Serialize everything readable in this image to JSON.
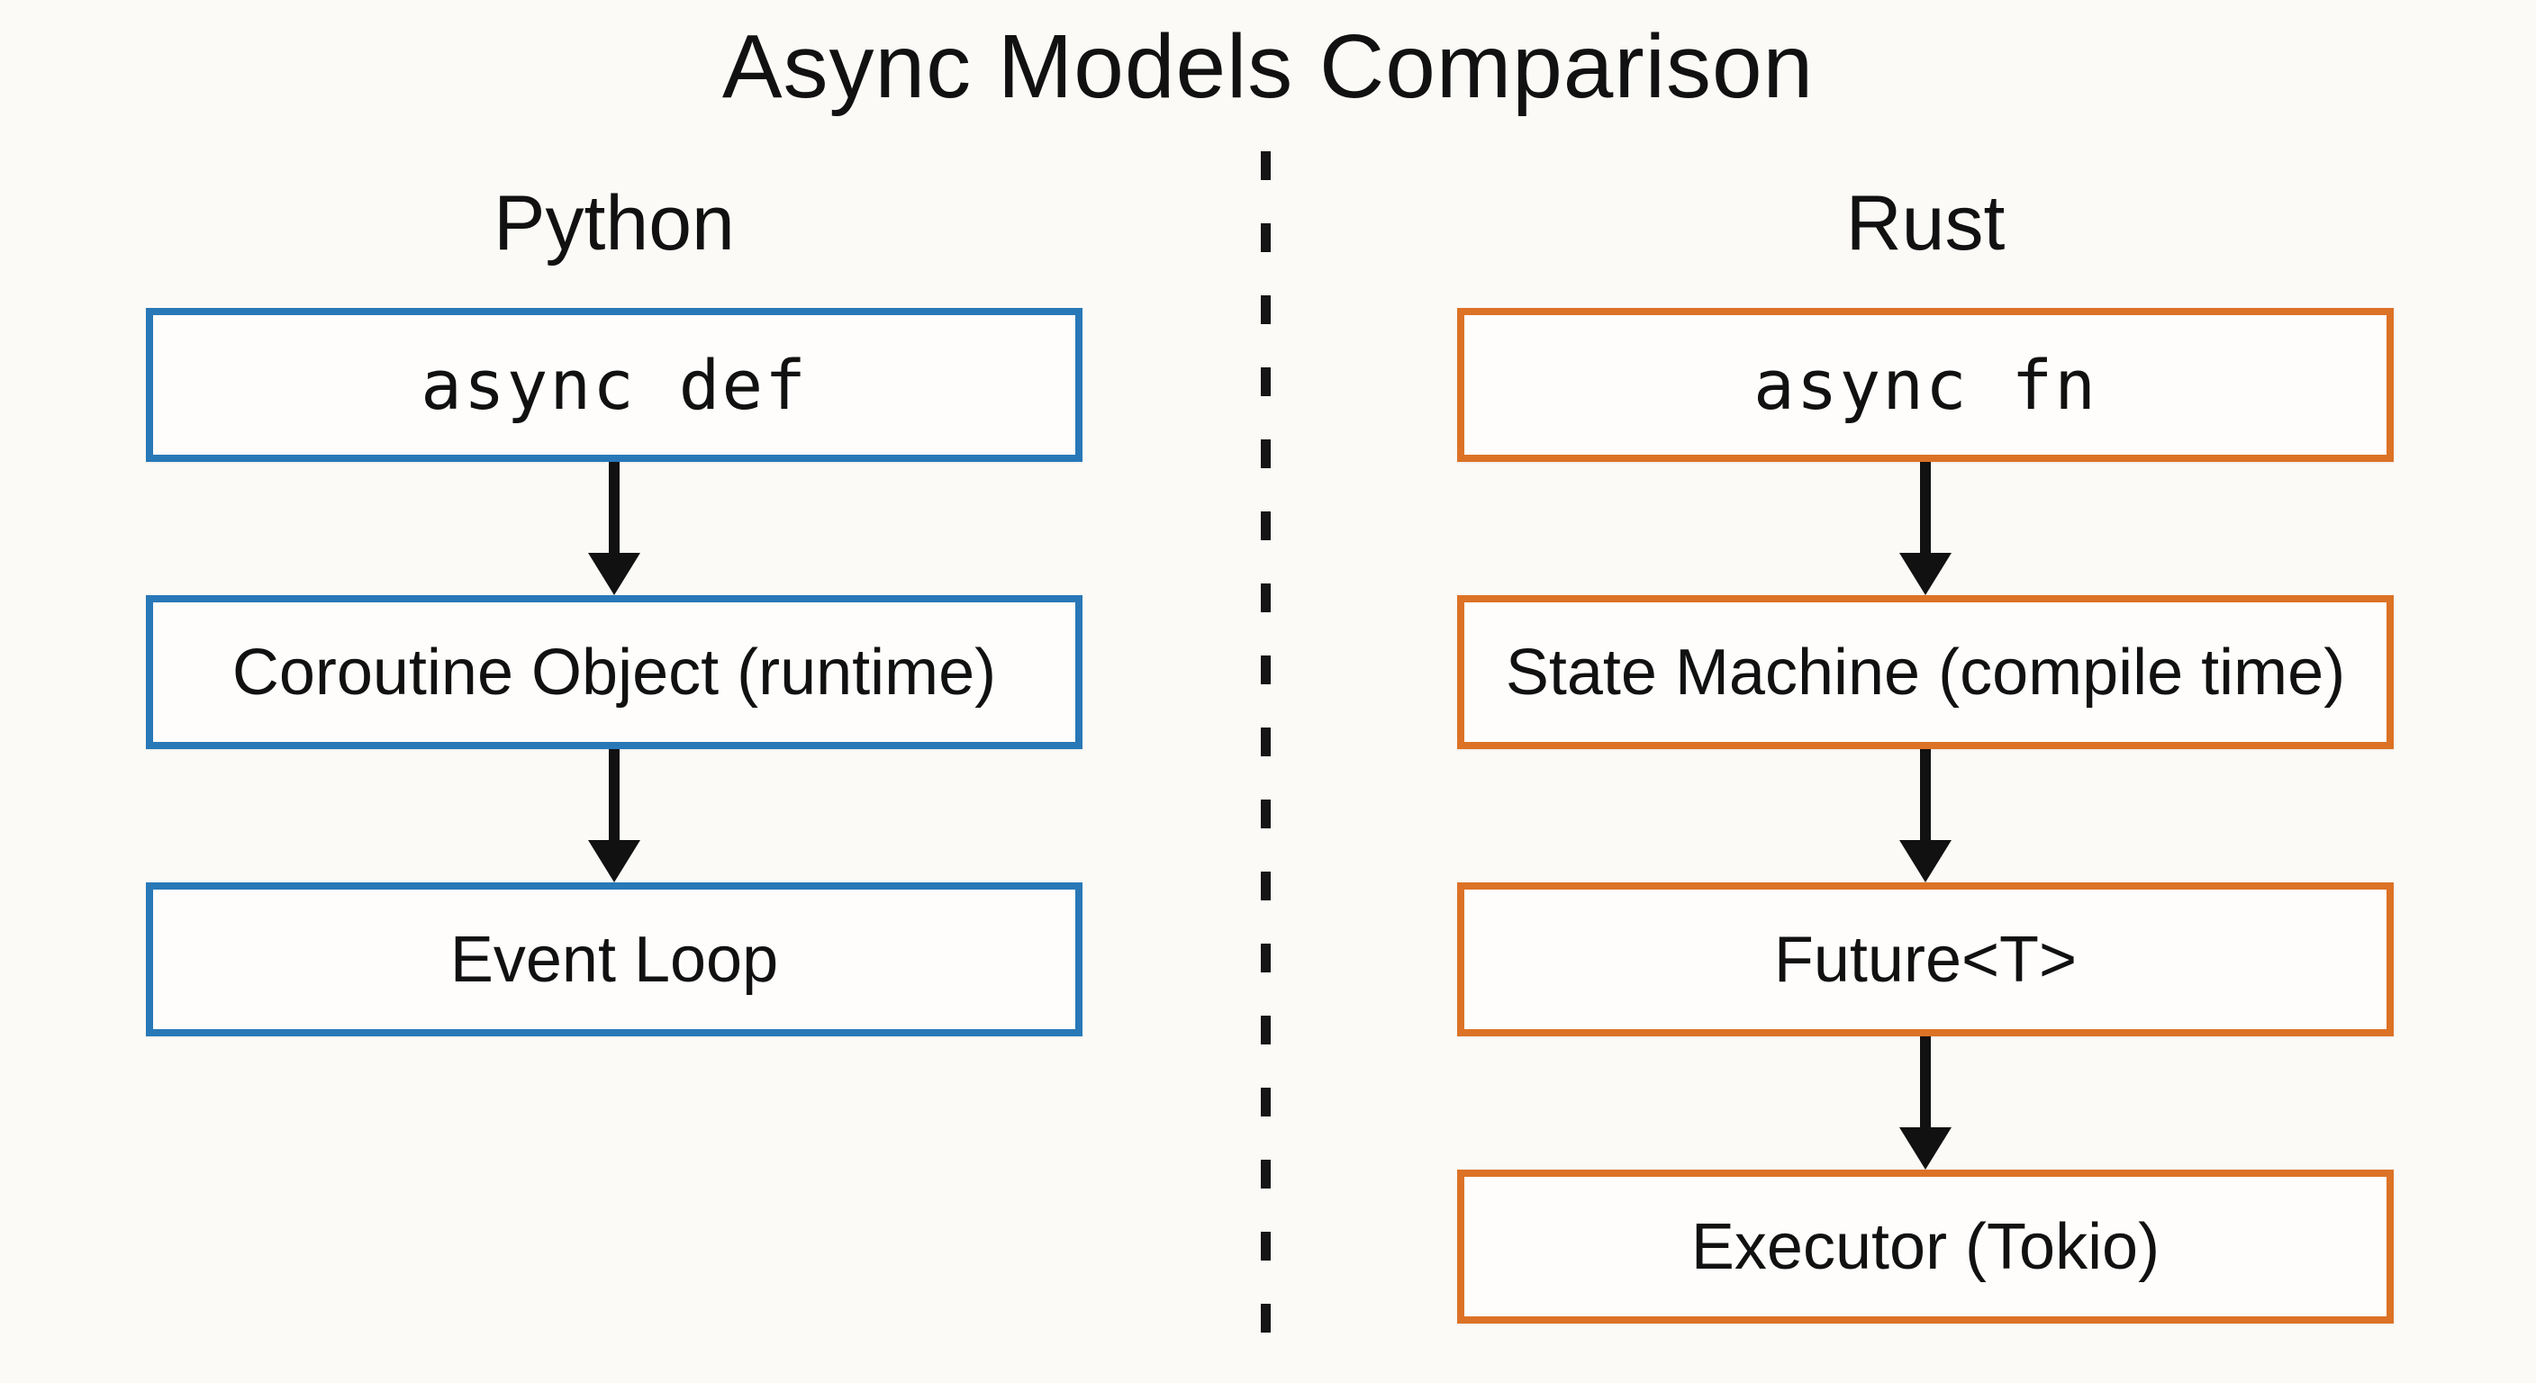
{
  "title": "Async Models Comparison",
  "colors": {
    "python_accent": "#2878b8",
    "rust_accent": "#dc7226",
    "arrow": "#111111",
    "background": "#fbfaf7",
    "box_fill": "#fefdfc",
    "text": "#111111"
  },
  "divider": {
    "style": "dashed-vertical",
    "color": "#151515"
  },
  "columns": [
    {
      "id": "python",
      "heading": "Python",
      "accent": "#2878b8",
      "nodes": [
        {
          "label": "async def",
          "mono": true
        },
        {
          "label": "Coroutine Object (runtime)",
          "mono": false
        },
        {
          "label": "Event Loop",
          "mono": false
        }
      ]
    },
    {
      "id": "rust",
      "heading": "Rust",
      "accent": "#dc7226",
      "nodes": [
        {
          "label": "async fn",
          "mono": true
        },
        {
          "label": "State Machine (compile time)",
          "mono": false
        },
        {
          "label": "Future<T>",
          "mono": false
        },
        {
          "label": "Executor (Tokio)",
          "mono": false
        }
      ]
    }
  ]
}
